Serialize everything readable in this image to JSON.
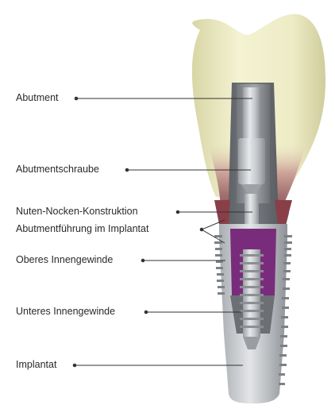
{
  "labels": {
    "abutment": "Abutment",
    "abutment_screw": "Abutmentschraube",
    "groove_cam": "Nuten-Nocken-Konstruktion",
    "abutment_guide": "Abutmentführung im Implantat",
    "upper_thread": "Oberes Innengewinde",
    "lower_thread": "Unteres Innengewinde",
    "implant": "Implantat"
  },
  "colors": {
    "crown": "#efeec7",
    "crown_shadow": "#d9d4a8",
    "gum": "#7a3f45",
    "metal": "#b8bcc0",
    "metal_dark": "#6f7378",
    "inner": "#7a2c7c",
    "leader": "#333333"
  }
}
